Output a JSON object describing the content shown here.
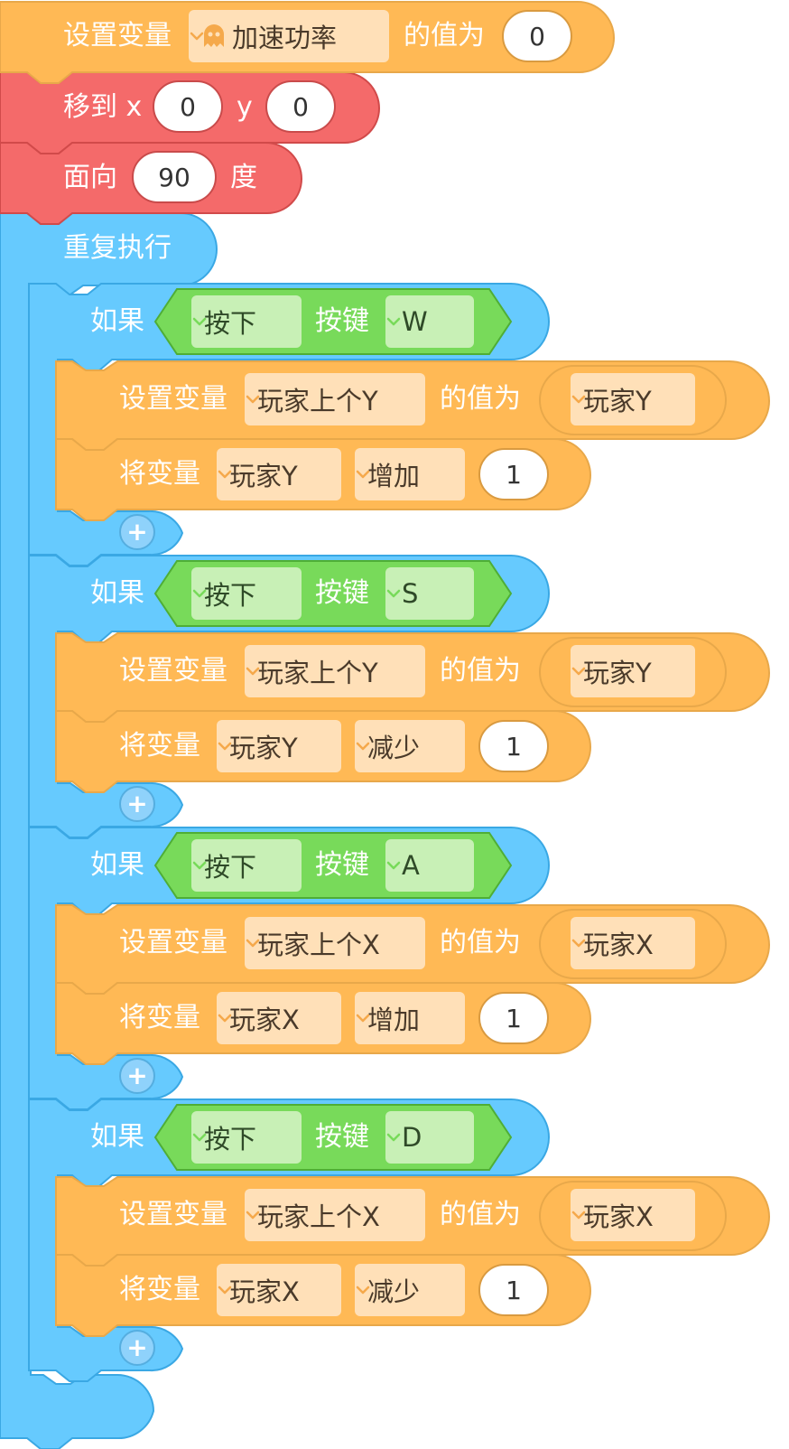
{
  "colors": {
    "variables": "#ffb955",
    "motion": "#f46a6a",
    "control": "#66cafe",
    "sensing": "#78da5a"
  },
  "script": {
    "set_block": {
      "label_set": "设置变量",
      "variable": "加速功率",
      "variable_icon": "ghost-icon",
      "label_value": "的值为",
      "value": "0"
    },
    "move_block": {
      "label_move": "移到 x",
      "x_value": "0",
      "label_y": "y",
      "y_value": "0"
    },
    "face_block": {
      "label_face": "面向",
      "value": "90",
      "label_unit": "度"
    },
    "forever": {
      "label": "重复执行"
    },
    "ifs": [
      {
        "label_if": "如果",
        "pressed": "按下",
        "label_key": "按键",
        "key": "W",
        "set_label": "设置变量",
        "set_var": "玩家上个Y",
        "set_value_label": "的值为",
        "set_value": "玩家Y",
        "change_label": "将变量",
        "change_var": "玩家Y",
        "change_op": "增加",
        "change_amount": "1",
        "plus": "+"
      },
      {
        "label_if": "如果",
        "pressed": "按下",
        "label_key": "按键",
        "key": "S",
        "set_label": "设置变量",
        "set_var": "玩家上个Y",
        "set_value_label": "的值为",
        "set_value": "玩家Y",
        "change_label": "将变量",
        "change_var": "玩家Y",
        "change_op": "减少",
        "change_amount": "1",
        "plus": "+"
      },
      {
        "label_if": "如果",
        "pressed": "按下",
        "label_key": "按键",
        "key": "A",
        "set_label": "设置变量",
        "set_var": "玩家上个X",
        "set_value_label": "的值为",
        "set_value": "玩家X",
        "change_label": "将变量",
        "change_var": "玩家X",
        "change_op": "增加",
        "change_amount": "1",
        "plus": "+"
      },
      {
        "label_if": "如果",
        "pressed": "按下",
        "label_key": "按键",
        "key": "D",
        "set_label": "设置变量",
        "set_var": "玩家上个X",
        "set_value_label": "的值为",
        "set_value": "玩家X",
        "change_label": "将变量",
        "change_var": "玩家X",
        "change_op": "减少",
        "change_amount": "1",
        "plus": "+"
      }
    ]
  }
}
